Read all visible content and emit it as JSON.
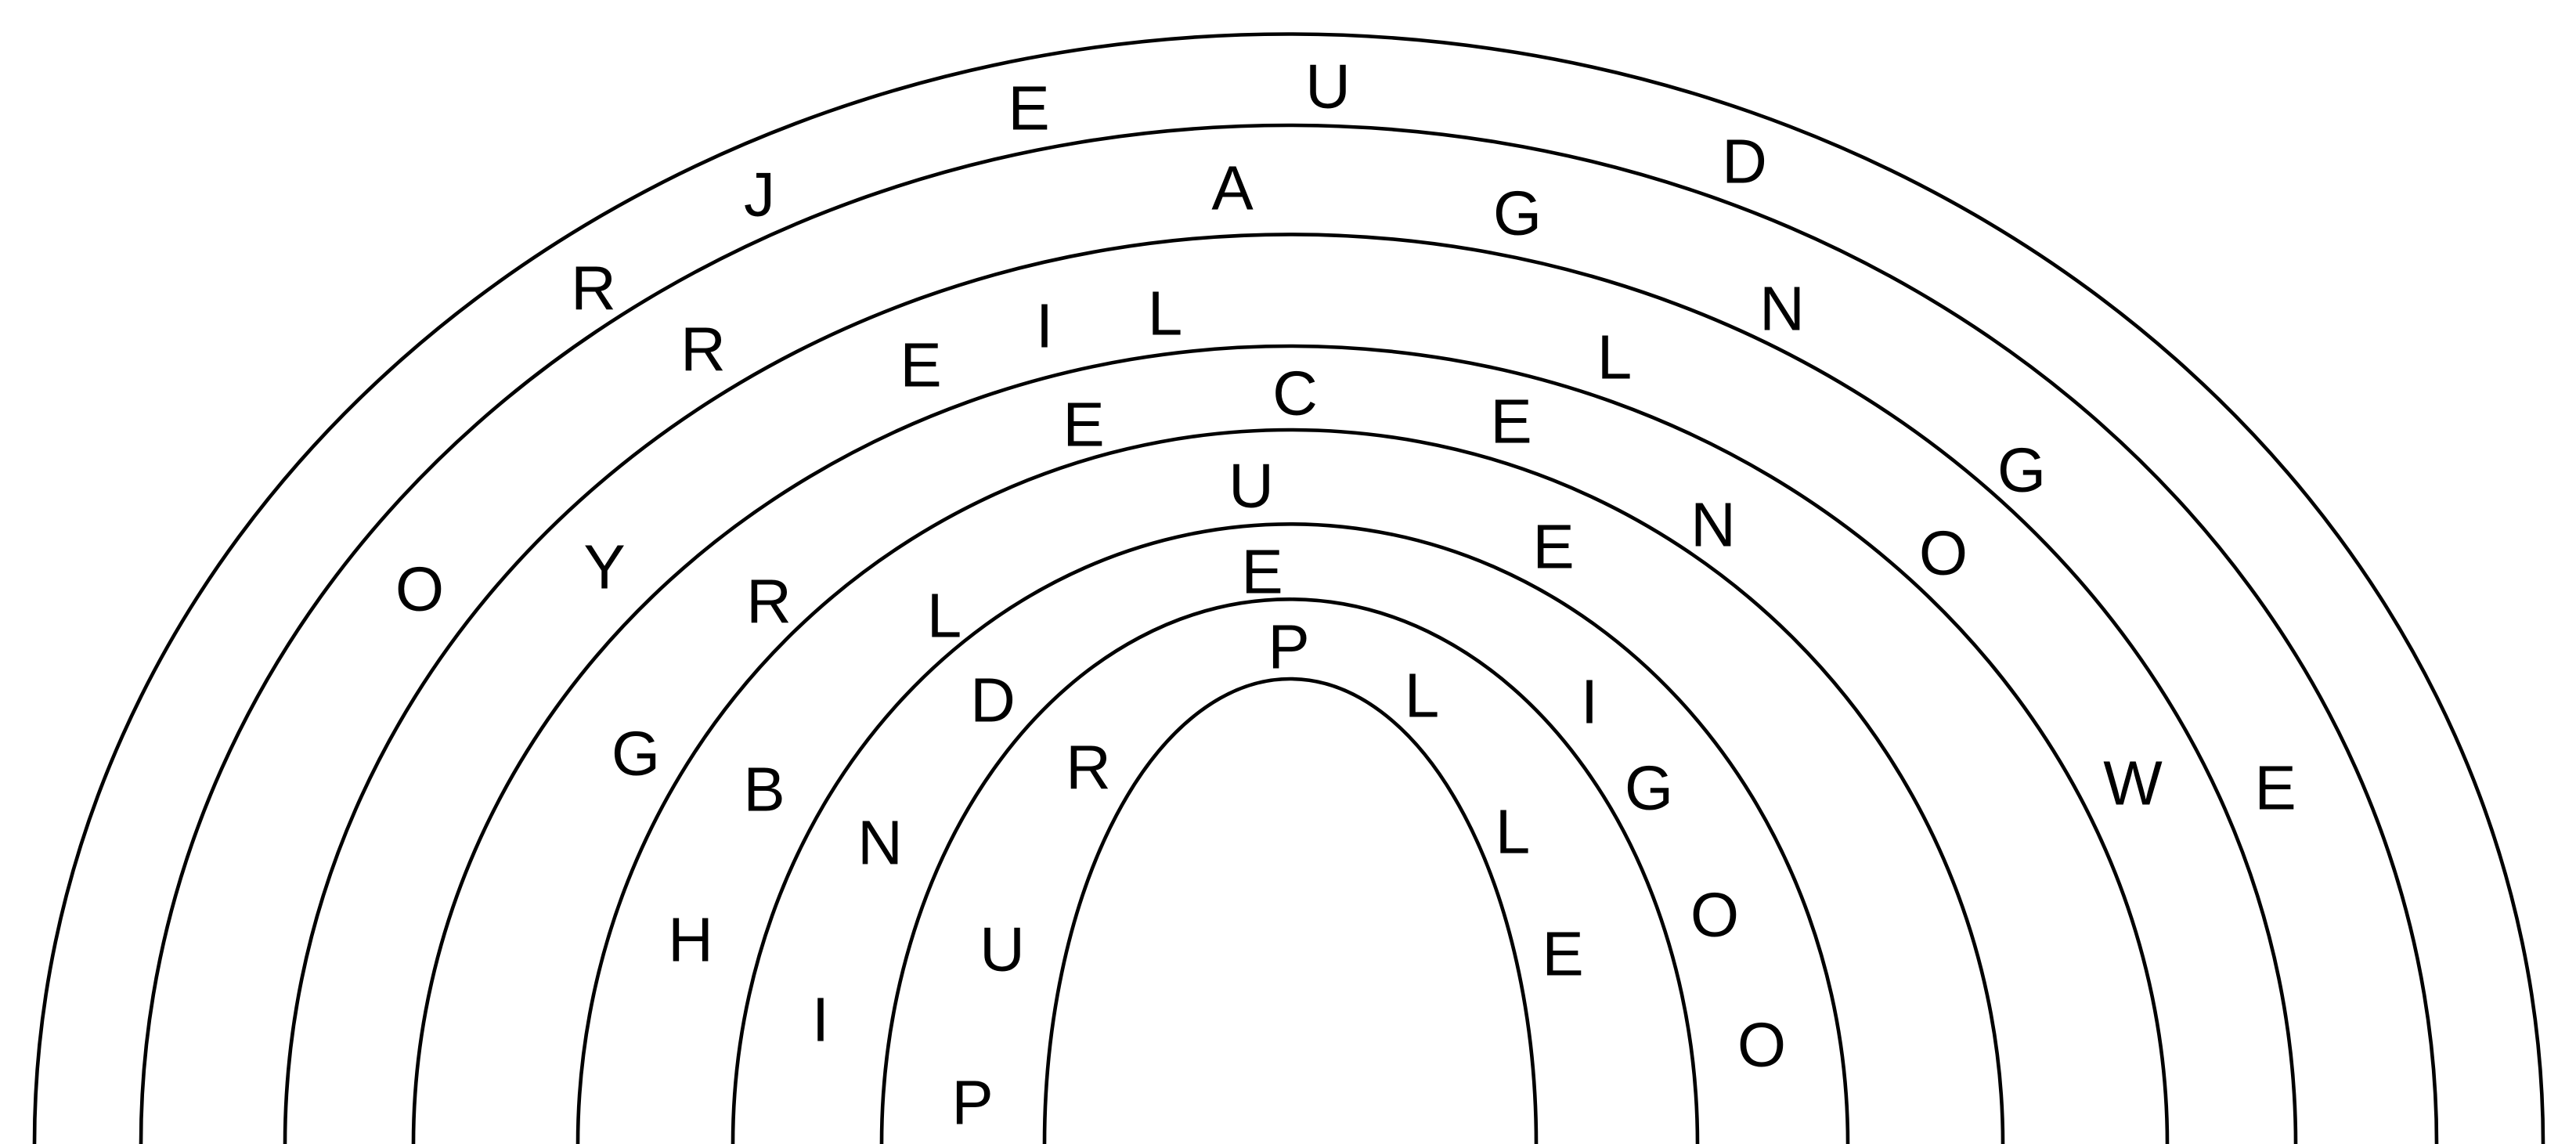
{
  "colors": {
    "background": "#ffffff",
    "ink": "#000000"
  },
  "puzzle": {
    "rings": [
      {
        "letters": [
          "O",
          "R",
          "J",
          "E",
          "U",
          "D",
          "G",
          "E"
        ]
      },
      {
        "letters": [
          "Y",
          "R",
          "A",
          "G",
          "N",
          "O",
          "W"
        ]
      },
      {
        "letters": [
          "G",
          "R",
          "E",
          "I",
          "L",
          "L",
          "N"
        ]
      },
      {
        "letters": [
          "H",
          "B",
          "L",
          "E",
          "C",
          "E",
          "E"
        ]
      },
      {
        "letters": [
          "I",
          "N",
          "D",
          "U",
          "I",
          "G",
          "O",
          "O"
        ]
      },
      {
        "letters": [
          "P",
          "U",
          "R",
          "E",
          "L",
          "L",
          "E"
        ]
      },
      {
        "letters": [
          "P"
        ]
      }
    ]
  }
}
